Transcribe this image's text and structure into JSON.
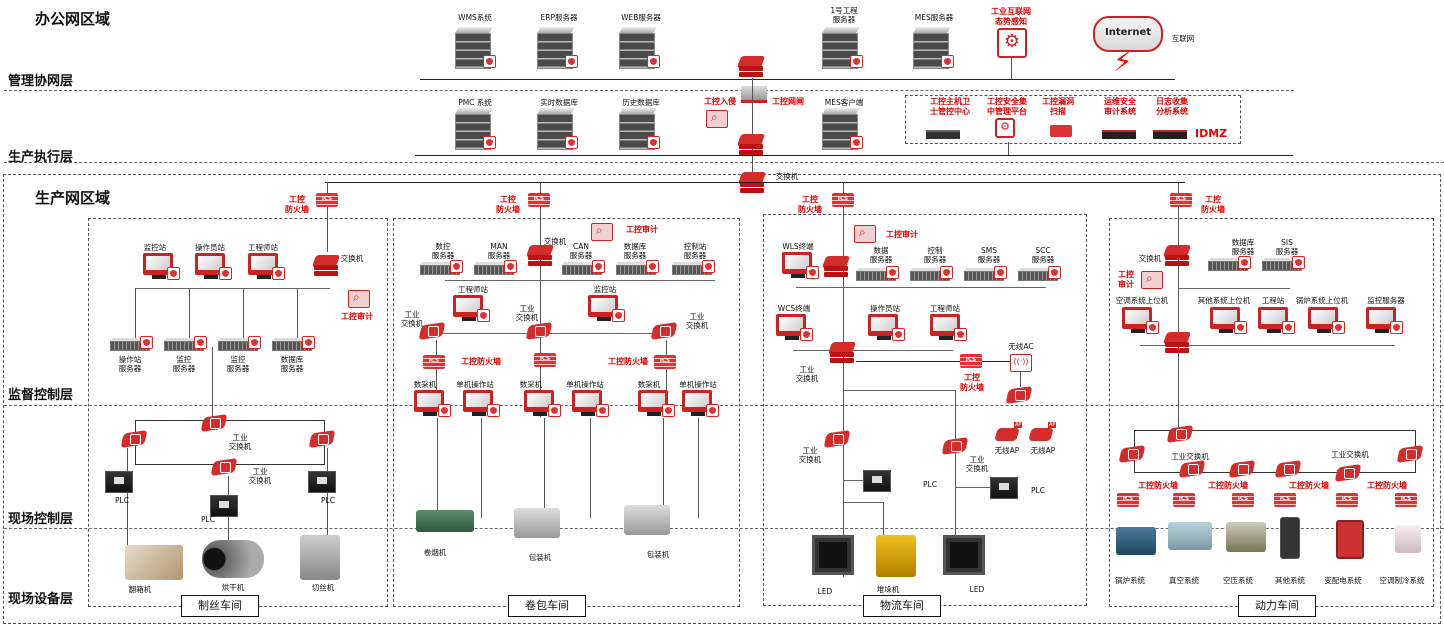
{
  "zones": {
    "office": "办公网区域",
    "production": "生产网区域"
  },
  "layers": {
    "management": "管理协网层",
    "execution": "生产执行层",
    "supervisory": "监督控制层",
    "field_control": "现场控制层",
    "field_device": "现场设备层"
  },
  "office_servers": [
    {
      "label": "WMS系统"
    },
    {
      "label": "ERP服务器"
    },
    {
      "label": "WEB服务器"
    },
    {
      "label": "1号工程\n服务器"
    },
    {
      "label": "MES服务器"
    }
  ],
  "situation_awareness": "工业互联网\n态势感知",
  "internet": {
    "cloud": "Internet",
    "label": "互联网"
  },
  "execution_servers": [
    {
      "label": "PMC 系统"
    },
    {
      "label": "实时数据库"
    },
    {
      "label": "历史数据库"
    },
    {
      "label": "MES客户端"
    }
  ],
  "gateway": {
    "ids": "工控入侵",
    "gate": "工控网闸"
  },
  "idmz": {
    "title": "IDMZ",
    "items": [
      "工控主机卫\n士管控中心",
      "工控安全集\n中管理平台",
      "工控漏洞\n扫描",
      "运维安全\n审计系统",
      "日志收集\n分析系统"
    ]
  },
  "core_switch": "交换机",
  "common": {
    "fw": "工控\n防火墙",
    "fw_inline": "工控防火墙",
    "audit": "工控审计",
    "audit2": "工控\n审计",
    "switch": "交换机",
    "ind_switch": "工业\n交换机",
    "ind_switch_inline": "工业交换机",
    "plc": "PLC",
    "ics": "ICS"
  },
  "workshops": {
    "silk": {
      "name": "制丝车间",
      "stations": [
        "监控站",
        "操作员站",
        "工程师站"
      ],
      "servers": [
        "操作站\n服务器",
        "监控\n服务器",
        "监控\n服务器",
        "数据库\n服务器"
      ],
      "equipment": [
        "翻箱机",
        "烘干机",
        "切丝机"
      ]
    },
    "roll": {
      "name": "卷包车间",
      "servers": [
        "数控\n服务器",
        "MAN\n服务器",
        "CAN\n服务器",
        "数据库\n服务器",
        "控制站\n服务器"
      ],
      "stations": [
        "工程师站",
        "监控站"
      ],
      "cells": [
        "数采机",
        "单机操作站",
        "数采机",
        "单机操作站",
        "数采机",
        "单机操作站"
      ],
      "equipment": [
        "卷烟机",
        "包装机",
        "包装机"
      ]
    },
    "logistics": {
      "name": "物流车间",
      "terminals": [
        "WLS终端",
        "WCS终端"
      ],
      "servers": [
        "数据\n服务器",
        "控制\n服务器",
        "SMS\n服务器",
        "SCC\n服务器"
      ],
      "stations": [
        "操作员站",
        "工程师站"
      ],
      "wireless_ac": "无线AC",
      "wireless_ap": [
        "无线AP",
        "无线AP"
      ],
      "ap_badge": "AP",
      "equipment": [
        "LED",
        "堆垛机",
        "LED"
      ]
    },
    "power": {
      "name": "动力车间",
      "servers": [
        "数据库\n服务器",
        "SIS\n服务器"
      ],
      "stations": [
        "空调系统上位机",
        "其他系统上位机",
        "工程站",
        "锅炉系统上位机",
        "监控服务器"
      ],
      "equipment": [
        "锅炉系统",
        "真空系统",
        "空压系统",
        "其他系统",
        "变配电系统",
        "空调制冷系统"
      ]
    }
  }
}
